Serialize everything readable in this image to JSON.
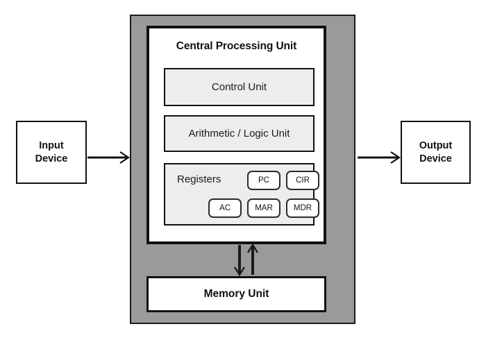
{
  "diagram": {
    "title": "Central Processing Unit architecture block diagram",
    "colors": {
      "chassis": "#9a9a9a",
      "unit_fill": "#ededed",
      "box_fill": "#ffffff",
      "stroke": "#111111"
    }
  },
  "cpu": {
    "title": "Central Processing Unit",
    "control_unit": "Control Unit",
    "alu": "Arithmetic / Logic Unit",
    "registers": {
      "label": "Registers",
      "top_row": [
        {
          "name": "PC"
        },
        {
          "name": "CIR"
        }
      ],
      "bottom_row": [
        {
          "name": "AC"
        },
        {
          "name": "MAR"
        },
        {
          "name": "MDR"
        }
      ]
    }
  },
  "memory": {
    "label": "Memory Unit"
  },
  "devices": {
    "input": {
      "line1": "Input",
      "line2": "Device"
    },
    "output": {
      "line1": "Output",
      "line2": "Device"
    }
  },
  "arrows": {
    "input_to_cpu": "arrow-right-icon",
    "cpu_to_output": "arrow-right-icon",
    "cpu_to_memory": "arrow-down-icon",
    "memory_to_cpu": "arrow-up-icon"
  }
}
